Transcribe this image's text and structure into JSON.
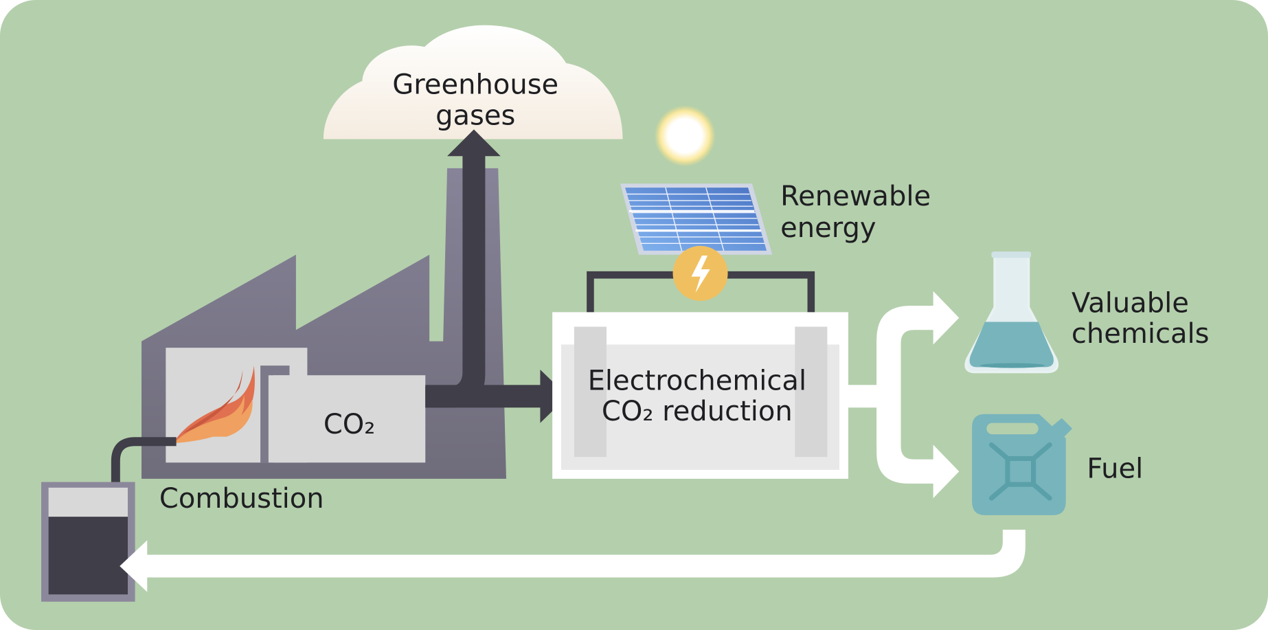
{
  "diagram": {
    "title": "Electrochemical CO2 reduction cycle",
    "colors": {
      "background": "#b4cfac",
      "factory": "#7e7b8c",
      "pipe_dark": "#403e48",
      "panel_light": "#d8d8d8",
      "cloud": "#f7efe4",
      "flame_dark": "#e07050",
      "flame_light": "#f0a060",
      "bolt_circle": "#f0c060",
      "teal": "#78b4bc",
      "teal_dark": "#5aa0a8",
      "white": "#ffffff",
      "solar_blue": "#5a8ad8"
    },
    "labels": {
      "greenhouse_line1": "Greenhouse",
      "greenhouse_line2": "gases",
      "renewable_line1": "Renewable",
      "renewable_line2": "energy",
      "reactor_line1": "Electrochemical",
      "reactor_line2": "CO₂ reduction",
      "co2": "CO₂",
      "combustion": "Combustion",
      "chemicals_line1": "Valuable",
      "chemicals_line2": "chemicals",
      "fuel": "Fuel"
    },
    "nodes": [
      {
        "id": "greenhouse-gases",
        "label": "Greenhouse gases",
        "icon": "cloud-icon"
      },
      {
        "id": "renewable-energy",
        "label": "Renewable energy",
        "icon": "solar-panel-icon"
      },
      {
        "id": "factory",
        "label": "Combustion",
        "icon": "factory-icon"
      },
      {
        "id": "reactor",
        "label": "Electrochemical CO₂ reduction",
        "icon": "electrochemical-cell-icon"
      },
      {
        "id": "chemicals",
        "label": "Valuable chemicals",
        "icon": "flask-icon"
      },
      {
        "id": "fuel",
        "label": "Fuel",
        "icon": "jerrycan-icon"
      },
      {
        "id": "fuel-tank",
        "label": "",
        "icon": "fuel-tank-icon"
      }
    ],
    "edges": [
      {
        "from": "factory",
        "to": "greenhouse-gases"
      },
      {
        "from": "factory",
        "to": "reactor"
      },
      {
        "from": "renewable-energy",
        "to": "reactor"
      },
      {
        "from": "reactor",
        "to": "chemicals"
      },
      {
        "from": "reactor",
        "to": "fuel"
      },
      {
        "from": "fuel",
        "to": "fuel-tank"
      },
      {
        "from": "fuel-tank",
        "to": "factory"
      }
    ]
  }
}
